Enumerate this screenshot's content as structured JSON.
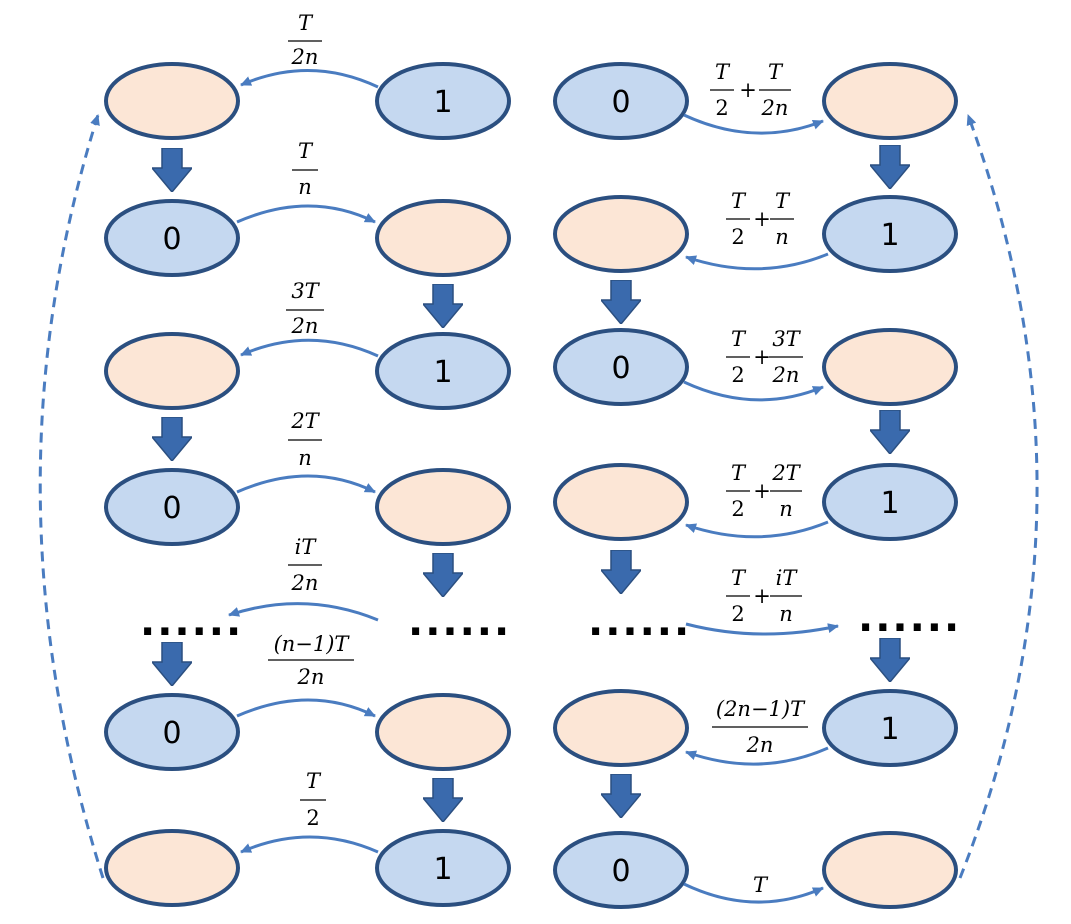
{
  "nodes": {
    "zero": "0",
    "one": "1",
    "ellipsis": "......"
  },
  "labels": {
    "l1": {
      "num": "T",
      "den": "2n"
    },
    "l2": {
      "num": "T",
      "den": "n"
    },
    "l3": {
      "num": "3T",
      "den": "2n"
    },
    "l4": {
      "num": "2T",
      "den": "n"
    },
    "l5": {
      "num": "iT",
      "den": "2n"
    },
    "l6": {
      "num": "(n−1)T",
      "den": "2n"
    },
    "l7": {
      "num": "T",
      "den": "2"
    },
    "r1": {
      "a_num": "T",
      "a_den": "2",
      "plus": "+",
      "b_num": "T",
      "b_den": "2n"
    },
    "r2": {
      "a_num": "T",
      "a_den": "2",
      "plus": "+",
      "b_num": "T",
      "b_den": "n"
    },
    "r3": {
      "a_num": "T",
      "a_den": "2",
      "plus": "+",
      "b_num": "3T",
      "b_den": "2n"
    },
    "r4": {
      "a_num": "T",
      "a_den": "2",
      "plus": "+",
      "b_num": "2T",
      "b_den": "n"
    },
    "r5": {
      "a_num": "T",
      "a_den": "2",
      "plus": "+",
      "b_num": "iT",
      "b_den": "n"
    },
    "r6": {
      "num": "(2n−1)T",
      "den": "2n"
    },
    "r7": {
      "text": "T"
    }
  },
  "colors": {
    "blue_fill": "#c5d8f0",
    "peach_fill": "#fce6d6",
    "stroke": "#2b4f80",
    "arrow": "#4a7cc0",
    "block_arrow": "#3a6aad"
  }
}
